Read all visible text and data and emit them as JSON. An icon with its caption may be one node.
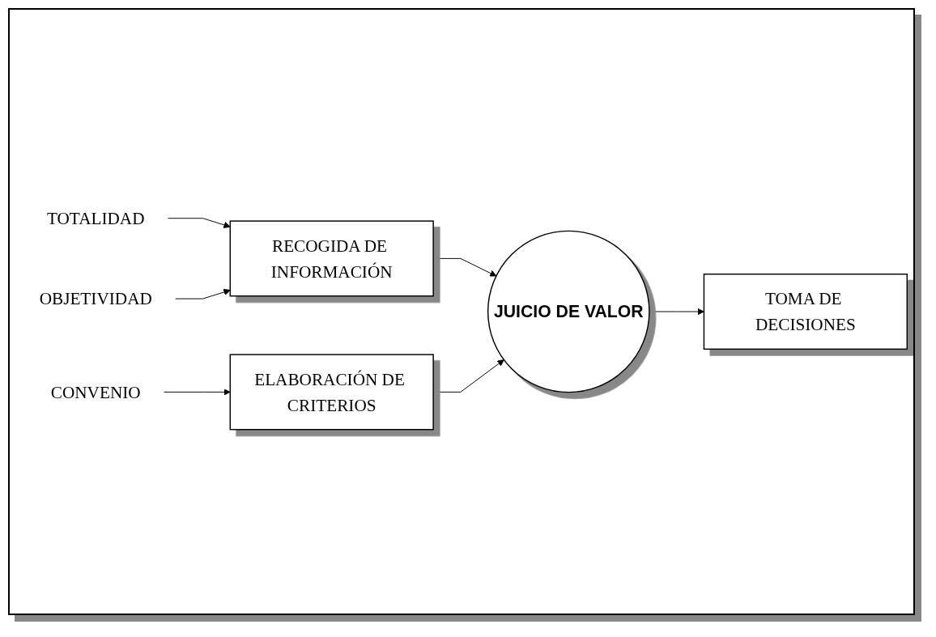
{
  "diagram": {
    "nodes": [
      {
        "text": [
          "TOTALIDAD"
        ]
      },
      {
        "text": [
          "RECOGIDA DE INFORMACIÓN"
        ]
      },
      {
        "text": [
          "OBJETIVIDAD"
        ]
      },
      {
        "text": [
          "JUICIO DE VALOR"
        ]
      },
      {
        "text": [
          "TOMA DE DECISIONES"
        ]
      },
      {
        "text": [
          "ELABORACIÓN DE CRITERIOS"
        ]
      },
      {
        "text": [
          "CONVENIO"
        ]
      }
    ],
    "edges": [
      {
        "from": 0,
        "to": 1,
        "arrow": "to"
      },
      {
        "from": 2,
        "to": 1,
        "arrow": "to"
      },
      {
        "from": 1,
        "to": 3,
        "arrow": "to"
      },
      {
        "from": 3,
        "to": 4,
        "arrow": "to"
      },
      {
        "from": 5,
        "to": 3,
        "arrow": "to"
      },
      {
        "from": 6,
        "to": 5,
        "arrow": "to"
      }
    ]
  }
}
